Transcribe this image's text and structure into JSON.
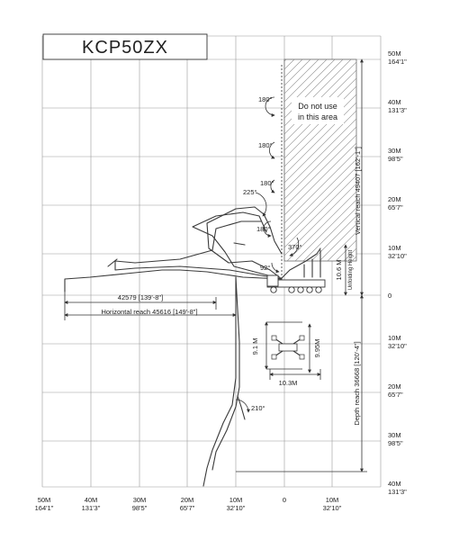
{
  "title": "KCP50ZX",
  "no_use_zone": {
    "line1": "Do not use",
    "line2": "in this area"
  },
  "right_axis": [
    {
      "meters": "50M",
      "feet": "164'1\""
    },
    {
      "meters": "40M",
      "feet": "131'3\""
    },
    {
      "meters": "30M",
      "feet": "98'5\""
    },
    {
      "meters": "20M",
      "feet": "65'7\""
    },
    {
      "meters": "10M",
      "feet": "32'10\""
    },
    {
      "meters": "0",
      "feet": ""
    },
    {
      "meters": "10M",
      "feet": "32'10\""
    },
    {
      "meters": "20M",
      "feet": "65'7\""
    },
    {
      "meters": "30M",
      "feet": "98'5\""
    },
    {
      "meters": "40M",
      "feet": "131'3\""
    }
  ],
  "bottom_axis": [
    {
      "meters": "50M",
      "feet": "164'1\""
    },
    {
      "meters": "40M",
      "feet": "131'3\""
    },
    {
      "meters": "30M",
      "feet": "98'5\""
    },
    {
      "meters": "20M",
      "feet": "65'7\""
    },
    {
      "meters": "10M",
      "feet": "32'10\""
    },
    {
      "meters": "0",
      "feet": ""
    },
    {
      "meters": "10M",
      "feet": "32'10\""
    }
  ],
  "angles": {
    "a1": "180°",
    "a2": "180°",
    "a3": "180°",
    "a4": "225°",
    "a5": "180°",
    "a6": "370°",
    "a7": "92°",
    "a8": "210°"
  },
  "dimensions": {
    "dim_42579": "42579 [139'-8\"]",
    "horizontal_reach": "Horizontal reach 45616 [149'-8\"]",
    "vertical_reach": "Vertical reach 49407 [162'-1\"]",
    "depth_reach": "Depth reach 36668 [120'-4\"]",
    "unfolding_height_value": "10.6 M",
    "unfolding_height_label": "Unfolding Height",
    "outrigger_front": "9.1 M",
    "outrigger_rear": "9.95M",
    "outrigger_width": "10.3M"
  }
}
